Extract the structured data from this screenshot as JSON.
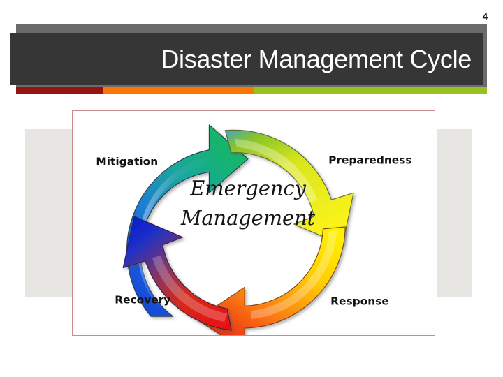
{
  "slide": {
    "page_number": "4",
    "title": "Disaster Management Cycle",
    "accent_colors": {
      "dark_red": "#951313",
      "orange": "#fb7605",
      "green": "#96c11e",
      "band_back": "#6b6b6b",
      "band_front": "#363636",
      "title_color": "#ffffff",
      "bg_band": "#e8e6e2",
      "frame_border": "#c98c8c"
    }
  },
  "diagram": {
    "name": "emergency-management-cycle",
    "center_line1": "Emergency",
    "center_line2": "Management",
    "phases": [
      {
        "label": "Mitigation",
        "position": "upper-left",
        "arrow_from_color": "#1b54d6",
        "arrow_to_color": "#12b06a"
      },
      {
        "label": "Preparedness",
        "position": "upper-right",
        "arrow_from_color": "#86c32b",
        "arrow_to_color": "#fbf319"
      },
      {
        "label": "Response",
        "position": "lower-right",
        "arrow_from_color": "#ffd400",
        "arrow_to_color": "#e81111"
      },
      {
        "label": "Recovery",
        "position": "lower-left",
        "arrow_from_color": "#e81111",
        "arrow_to_color": "#0a1ed2"
      }
    ]
  }
}
